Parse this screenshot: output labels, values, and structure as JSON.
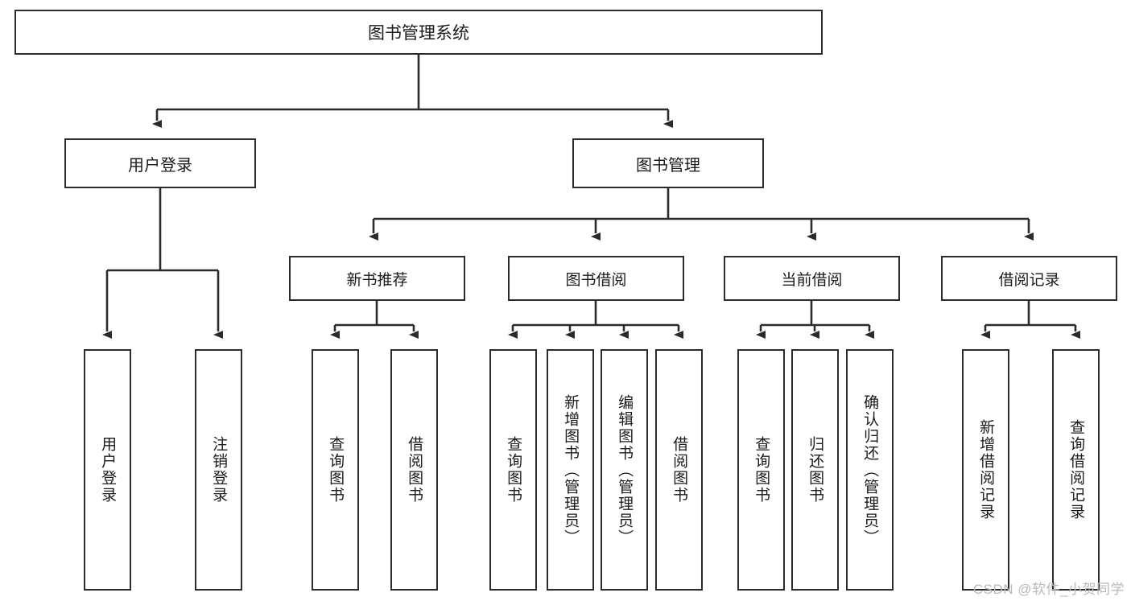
{
  "diagram": {
    "type": "tree-hierarchy",
    "title": "图书管理系统",
    "watermark": "CSDN @软件_小贺同学",
    "colors": {
      "box_border": "#2b2b2b",
      "box_fill": "#ffffff",
      "connector": "#2b2b2b",
      "text": "#1b1b1b",
      "watermark": "#b9b9b9",
      "background": "#ffffff"
    },
    "nodes": {
      "root": {
        "label": "图书管理系统"
      },
      "level1": [
        {
          "id": "user-login",
          "label": "用户登录"
        },
        {
          "id": "book-manage",
          "label": "图书管理"
        }
      ],
      "level2": [
        {
          "id": "new-book-recommend",
          "label": "新书推荐"
        },
        {
          "id": "book-borrow",
          "label": "图书借阅"
        },
        {
          "id": "current-borrow",
          "label": "当前借阅"
        },
        {
          "id": "borrow-record",
          "label": "借阅记录"
        }
      ],
      "leaves": {
        "user_login": [
          {
            "id": "leaf-user-login",
            "label": "用户登录"
          },
          {
            "id": "leaf-logout-login",
            "label": "注销登录"
          }
        ],
        "new_book_recommend": [
          {
            "id": "leaf-query-book-1",
            "label": "查询图书"
          },
          {
            "id": "leaf-borrow-book-1",
            "label": "借阅图书"
          }
        ],
        "book_borrow": [
          {
            "id": "leaf-query-book-2",
            "label": "查询图书"
          },
          {
            "id": "leaf-add-book-admin",
            "label": "新增图书（管理员）"
          },
          {
            "id": "leaf-edit-book-admin",
            "label": "编辑图书（管理员）"
          },
          {
            "id": "leaf-borrow-book-2",
            "label": "借阅图书"
          }
        ],
        "current_borrow": [
          {
            "id": "leaf-query-book-3",
            "label": "查询图书"
          },
          {
            "id": "leaf-return-book",
            "label": "归还图书"
          },
          {
            "id": "leaf-confirm-return-admin",
            "label": "确认归还（管理员）"
          }
        ],
        "borrow_record": [
          {
            "id": "leaf-add-borrow-record",
            "label": "新增借阅记录"
          },
          {
            "id": "leaf-query-borrow-record",
            "label": "查询借阅记录"
          }
        ]
      }
    }
  }
}
